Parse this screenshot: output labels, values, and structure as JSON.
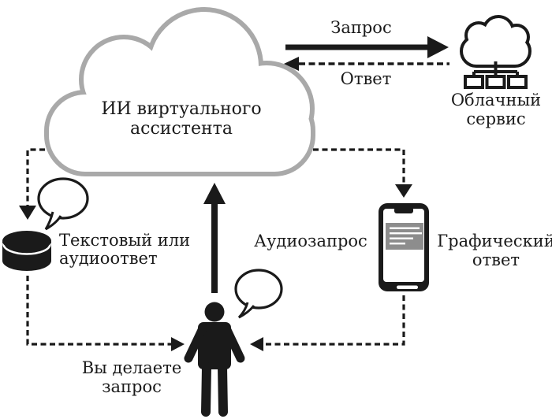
{
  "diagram": {
    "type": "flow-diagram",
    "labels": {
      "assistant": "ИИ виртуального\nассистента",
      "request": "Запрос",
      "response": "Ответ",
      "cloud_service": "Облачный\nсервис",
      "text_or_audio_response": "Текстовый или\nаудиоответ",
      "audio_request": "Аудиозапрос",
      "graphic_response": "Графический\nответ",
      "you_make_request": "Вы делаете\nзапрос"
    },
    "icons": {
      "assistant_cloud": "cloud-outline",
      "cloud_service": "cloud-with-network",
      "database": "database-cylinder",
      "speech_bubble_left": "speech-bubble",
      "speech_bubble_right": "speech-bubble",
      "smartphone": "smartphone-with-text-screen",
      "person": "person-silhouette"
    },
    "connections": [
      {
        "from": "assistant",
        "to": "cloud_service",
        "style": "solid",
        "label": "Запрос"
      },
      {
        "from": "cloud_service",
        "to": "assistant",
        "style": "dashed",
        "label": "Ответ"
      },
      {
        "from": "assistant",
        "to": "database",
        "style": "dashed"
      },
      {
        "from": "assistant",
        "to": "smartphone",
        "style": "dashed"
      },
      {
        "from": "database",
        "to": "person",
        "style": "dashed"
      },
      {
        "from": "smartphone",
        "to": "person",
        "style": "dashed"
      },
      {
        "from": "person",
        "to": "assistant",
        "style": "solid",
        "label": "Аудиозапрос"
      }
    ],
    "colors": {
      "background": "#ffffff",
      "ink": "#1a1a1a",
      "assistant_cloud_outline": "#a9a9a9",
      "phone_screen_content": "#8d8d8d"
    }
  }
}
